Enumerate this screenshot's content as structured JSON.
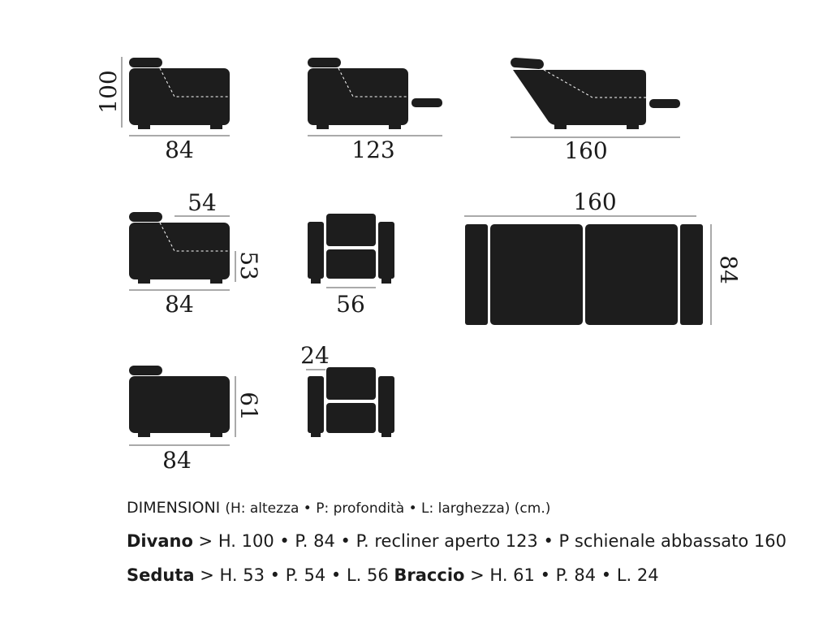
{
  "dimensions": {
    "sofa_height": "100",
    "sofa_depth": "84",
    "recliner_open": "123",
    "backrest_lowered": "160",
    "seat_depth": "54",
    "seat_height": "53",
    "seat_side_depth": "84",
    "seat_width": "56",
    "total_width": "160",
    "total_depth": "84",
    "arm_height": "61",
    "arm_depth": "84",
    "arm_width": "24"
  },
  "legend": {
    "header_main": "DIMENSIONI",
    "header_detail": "(H: altezza • P: profondità • L: larghezza) (cm.)",
    "divano_label": "Divano",
    "divano_text": " > H. 100 • P. 84 • P. recliner aperto 123 • P schienale abbassato 160",
    "seduta_label": "Seduta",
    "seduta_text": " > H. 53 • P. 54 • L. 56 ",
    "braccio_label": "Braccio",
    "braccio_text": " > H. 61 • P. 84 • L. 24"
  }
}
